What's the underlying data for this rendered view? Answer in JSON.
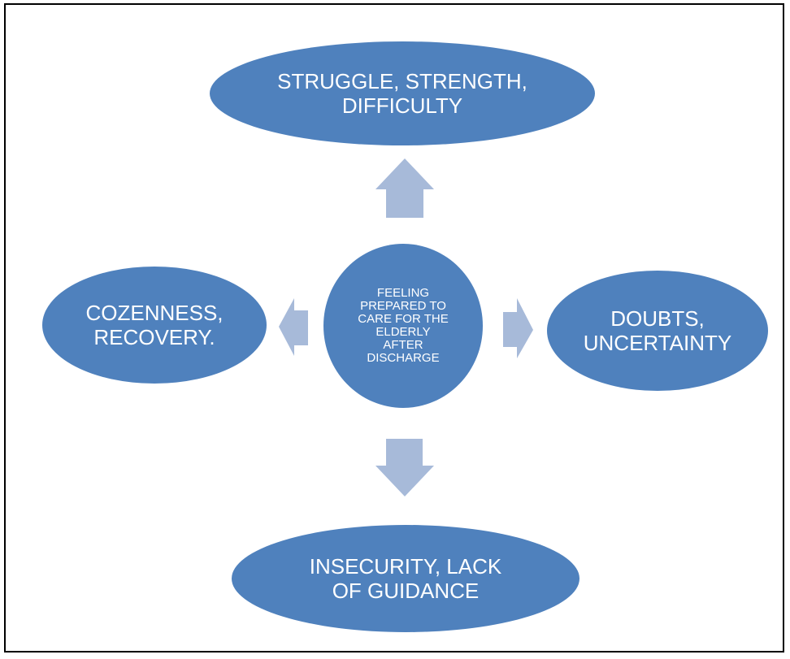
{
  "colors": {
    "node_fill": "#4f81bd",
    "node_text": "#ffffff",
    "arrow_fill": "#a7bad9",
    "frame_border": "#000000",
    "background": "#ffffff"
  },
  "center": {
    "label": "FEELING\nPREPARED TO\nCARE FOR THE\nELDERLY\nAFTER\nDISCHARGE"
  },
  "nodes": {
    "top": {
      "label": "STRUGGLE, STRENGTH,\nDIFFICULTY"
    },
    "left": {
      "label": "COZENNESS,\nRECOVERY."
    },
    "right": {
      "label": "DOUBTS,\nUNCERTAINTY"
    },
    "bottom": {
      "label": "INSECURITY, LACK\nOF GUIDANCE"
    }
  },
  "arrows": {
    "top": {
      "direction": "up"
    },
    "left": {
      "direction": "left"
    },
    "right": {
      "direction": "right"
    },
    "bottom": {
      "direction": "down"
    }
  }
}
